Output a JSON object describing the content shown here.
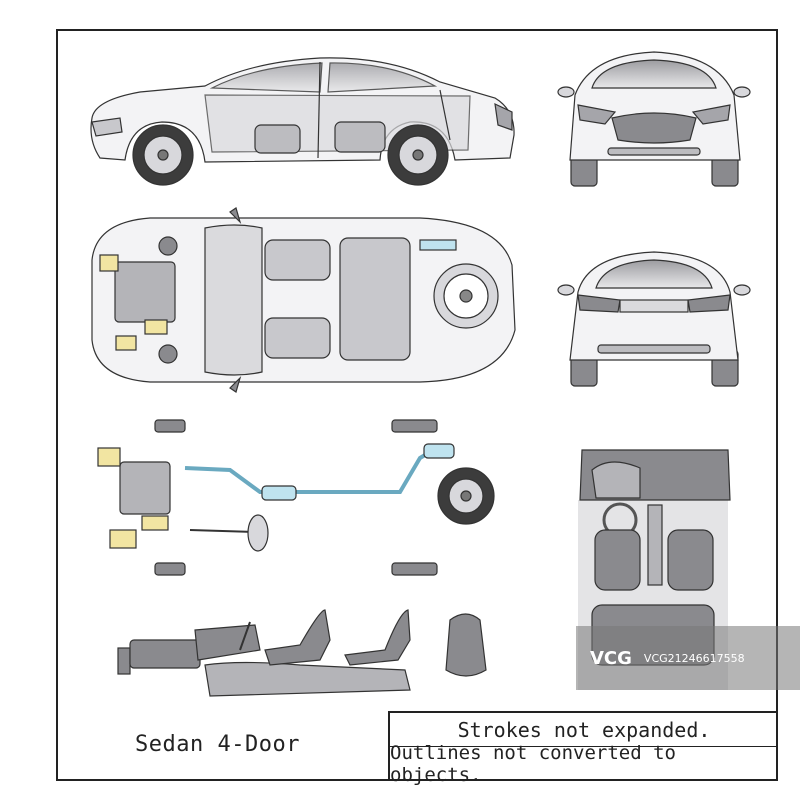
{
  "title": "Sedan 4-Door",
  "notes": {
    "line1": "Strokes not expanded.",
    "line2": "Outlines not converted to objects."
  },
  "watermark": {
    "logo": "VCG",
    "code": "VCG21246617558"
  },
  "colors": {
    "body_fill": "#f3f3f5",
    "panel_fill": "#d9d9dc",
    "dark_grey": "#8a8a8e",
    "tire": "#3c3c3c",
    "engine_yellow": "#f2e5a2",
    "pipe_blue": "#bfe3ef",
    "outline": "#333333"
  }
}
